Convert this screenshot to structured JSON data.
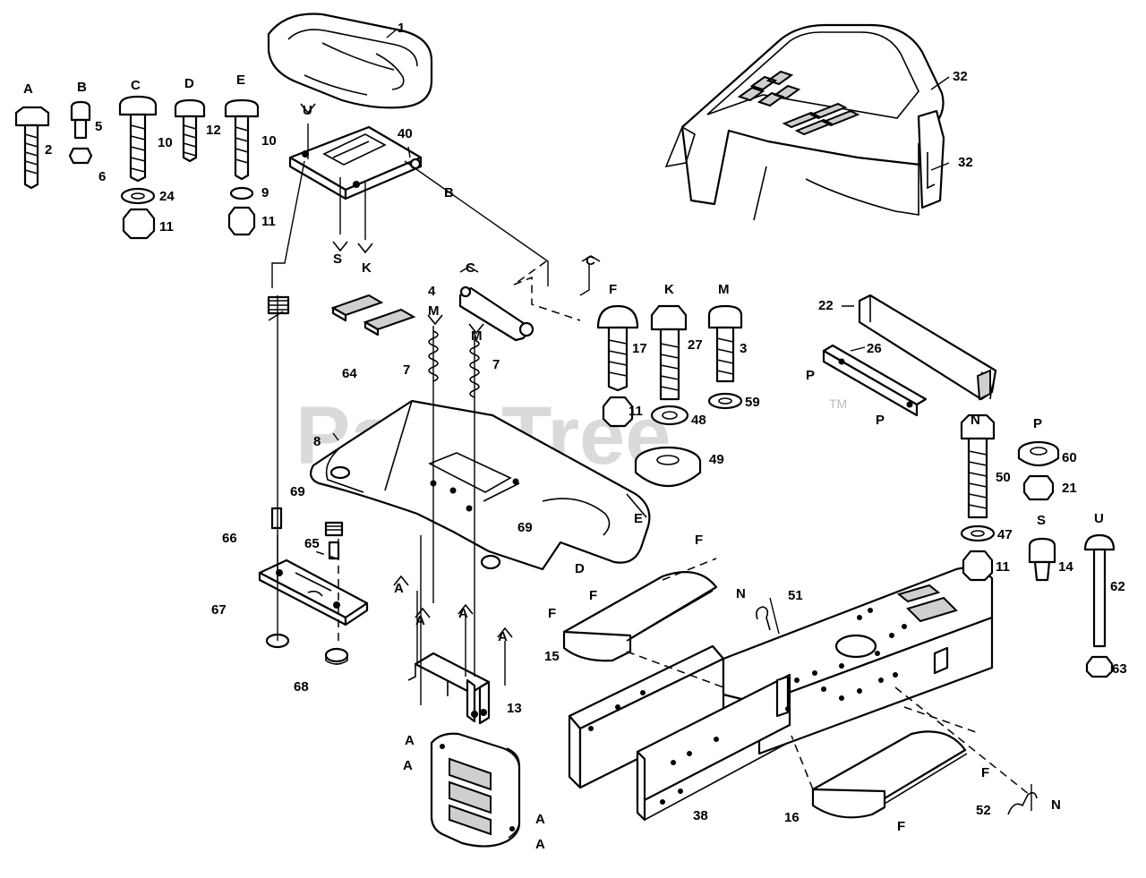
{
  "watermark": {
    "text": "PartsTree",
    "tm": "TM"
  },
  "fastener_letters": {
    "A": "A",
    "B": "B",
    "C": "C",
    "D": "D",
    "E": "E",
    "F": "F",
    "K": "K",
    "M": "M",
    "N": "N",
    "P": "P",
    "S": "S",
    "U": "U"
  },
  "connector_letters": {
    "u_seat": "U",
    "b_pan": "B",
    "s_pan": "S",
    "k_pan": "K",
    "c_top": "C",
    "c_right": "C",
    "m1": "M",
    "m2": "M",
    "p1": "P",
    "p2": "P",
    "e_shroud": "E",
    "d_shroud": "D",
    "f_upper": "F",
    "f_left": "F",
    "f_right1": "F",
    "f_right2": "F",
    "f_bottom": "F",
    "n_upper": "N",
    "n_lower": "N",
    "a1": "A",
    "a2": "A",
    "a3": "A",
    "a4": "A",
    "a_panel1": "A",
    "a_panel2": "A",
    "a_panel3": "A",
    "a_panel4": "A"
  },
  "callouts": {
    "p1": "1",
    "p2": "2",
    "p3": "3",
    "p4": "4",
    "p5": "5",
    "p6": "6",
    "p7a": "7",
    "p7b": "7",
    "p8": "8",
    "p9": "9",
    "p10a": "10",
    "p10b": "10",
    "p11a": "11",
    "p11b": "11",
    "p11c": "11",
    "p11d": "11",
    "p12": "12",
    "p13": "13",
    "p14": "14",
    "p15": "15",
    "p16": "16",
    "p17": "17",
    "p21": "21",
    "p22": "22",
    "p24": "24",
    "p26": "26",
    "p27": "27",
    "p32a": "32",
    "p32b": "32",
    "p38": "38",
    "p40": "40",
    "p47": "47",
    "p48": "48",
    "p49": "49",
    "p50": "50",
    "p51": "51",
    "p52": "52",
    "p59": "59",
    "p60": "60",
    "p62": "62",
    "p63": "63",
    "p64": "64",
    "p65": "65",
    "p66": "66",
    "p67": "67",
    "p68": "68",
    "p69a": "69",
    "p69b": "69"
  }
}
